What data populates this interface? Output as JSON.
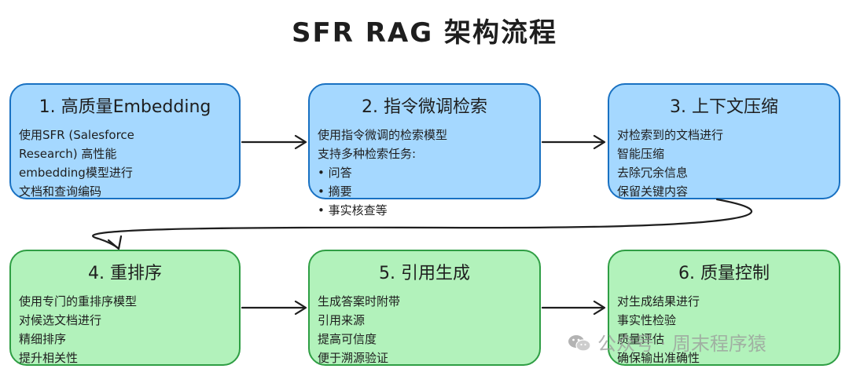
{
  "title": "SFR RAG 架构流程",
  "steps": [
    {
      "title": "1. 高质量Embedding",
      "lines": [
        "使用SFR (Salesforce",
        "Research) 高性能",
        "embedding模型进行",
        "文档和查询编码"
      ]
    },
    {
      "title": "2. 指令微调检索",
      "lines": [
        "使用指令微调的检索模型",
        "支持多种检索任务:"
      ],
      "bullets": [
        "问答",
        "摘要",
        "事实核查等"
      ]
    },
    {
      "title": "3. 上下文压缩",
      "lines": [
        "对检索到的文档进行",
        "智能压缩",
        "去除冗余信息",
        "保留关键内容"
      ]
    },
    {
      "title": "4. 重排序",
      "lines": [
        "使用专门的重排序模型",
        "对候选文档进行",
        "精细排序",
        "提升相关性"
      ]
    },
    {
      "title": "5. 引用生成",
      "lines": [
        "生成答案时附带",
        "引用来源",
        "提高可信度",
        "便于溯源验证"
      ]
    },
    {
      "title": "6. 质量控制",
      "lines": [
        "对生成结果进行",
        "事实性检验",
        "质量评估",
        "确保输出准确性"
      ]
    }
  ],
  "watermark": {
    "text": "公众号 · 周末程序猿",
    "icon": "wechat-icon"
  },
  "colors": {
    "blue_fill": "#a5d8ff",
    "blue_stroke": "#1971c2",
    "green_fill": "#b2f2bb",
    "green_stroke": "#2f9e44",
    "arrow": "#1e1e1e"
  }
}
